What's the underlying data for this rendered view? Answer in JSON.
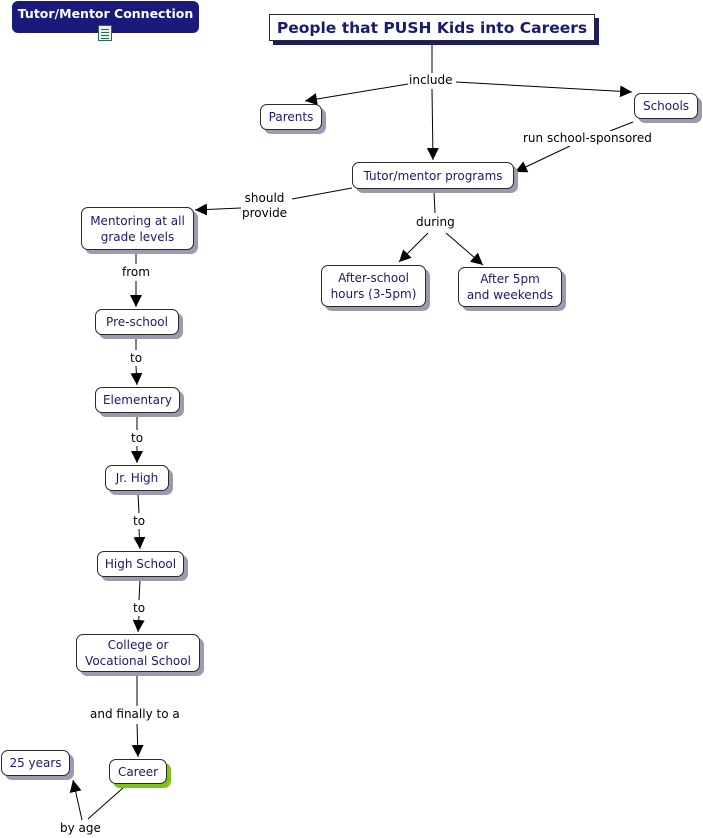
{
  "header": {
    "title": "Tutor/Mentor Connection",
    "icon": "document-icon"
  },
  "title": "People that PUSH Kids into Careers",
  "nodes": {
    "parents": "Parents",
    "schools": "Schools",
    "tutor_programs": "Tutor/mentor programs",
    "mentoring": "Mentoring at all\ngrade levels",
    "after_school": "After-school\nhours (3-5pm)",
    "after_5pm": "After 5pm\nand weekends",
    "preschool": "Pre-school",
    "elementary": "Elementary",
    "jr_high": "Jr. High",
    "high_school": "High School",
    "college": "College or\nVocational School",
    "career": "Career",
    "years25": "25 years"
  },
  "links": {
    "include": "include",
    "run": "run school-sponsored",
    "should": "should\nprovide",
    "during": "during",
    "from": "from",
    "to1": "to",
    "to2": "to",
    "to3": "to",
    "to4": "to",
    "finally": "and finally to a",
    "by_age": "by age"
  },
  "colors": {
    "node_text": "#1a1a6e",
    "header_bg": "#1a1a7a",
    "shadow": "#9a9ab0",
    "career_shadow": "#7cc41a"
  }
}
